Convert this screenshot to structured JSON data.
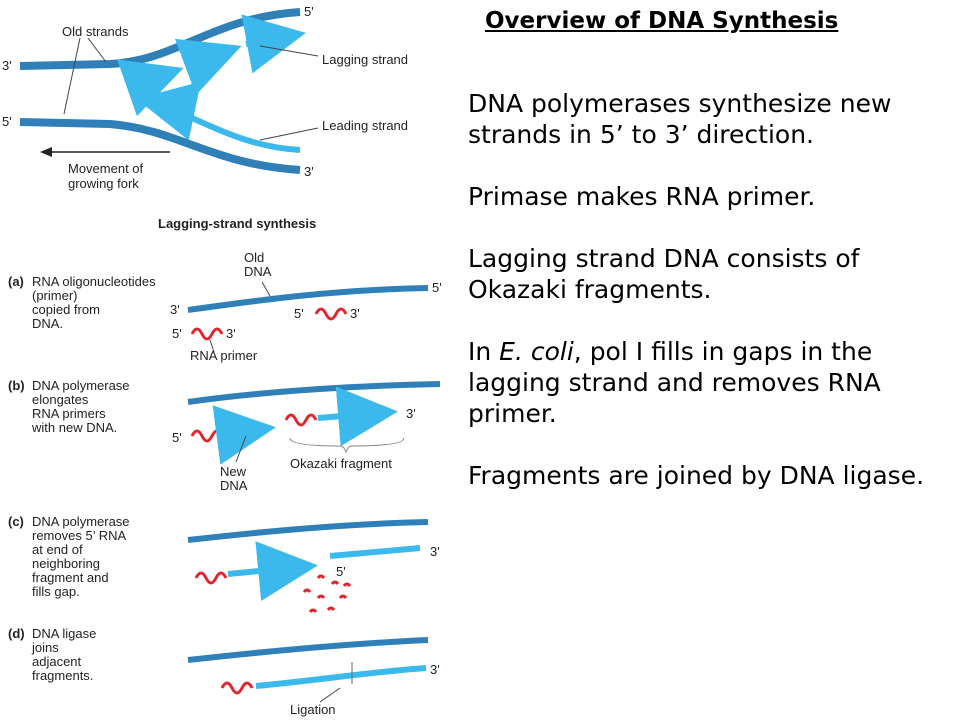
{
  "slide": {
    "title": "Overview of DNA Synthesis",
    "points": {
      "p1": "DNA polymerases synthesize new strands in 5’ to 3’ direction.",
      "p2": "Primase makes RNA primer.",
      "p3": "Lagging strand DNA consists of Okazaki fragments.",
      "p4_pre": "In ",
      "p4_em": "E. coli",
      "p4_post": ", pol I fills in gaps in the lagging strand and removes RNA primer.",
      "p5": "Fragments are joined by DNA ligase."
    }
  },
  "fork": {
    "old_strands": "Old strands",
    "lagging_strand": "Lagging strand",
    "leading_strand": "Leading strand",
    "movement_line1": "Movement of",
    "movement_line2": "growing fork",
    "top_left_end": "3'",
    "top_right_end": "5'",
    "bottom_left_end": "5'",
    "bottom_right_end": "3'"
  },
  "lagging": {
    "heading": "Lagging-strand synthesis",
    "a": {
      "letter": "(a)",
      "lines": [
        "RNA oligonucleotides",
        "(primer)",
        "copied from",
        "DNA."
      ],
      "old_dna_1": "Old",
      "old_dna_2": "DNA",
      "rna_primer": "RNA primer",
      "ends": {
        "top_left": "3'",
        "top_right": "5'",
        "low_left": "5'",
        "low_right": "3'",
        "mid_left": "5'",
        "mid_right": "3'"
      }
    },
    "b": {
      "letter": "(b)",
      "lines": [
        "DNA polymerase",
        "elongates",
        "RNA primers",
        "with new DNA."
      ],
      "new_dna_1": "New",
      "new_dna_2": "DNA",
      "okazaki": "Okazaki fragment",
      "ends": {
        "low_left": "5'",
        "right": "3'"
      }
    },
    "c": {
      "letter": "(c)",
      "lines": [
        "DNA polymerase",
        "removes 5’ RNA",
        "at end of",
        "neighboring",
        "fragment and",
        "fills gap."
      ],
      "ends": {
        "mid": "5'",
        "right": "3'"
      }
    },
    "d": {
      "letter": "(d)",
      "lines": [
        "DNA ligase",
        "joins",
        "adjacent",
        "fragments."
      ],
      "ligation": "Ligation",
      "ends": {
        "right": "3'"
      }
    }
  },
  "colors": {
    "dark_strand": "#2f7fb9",
    "light_strand": "#3cb9ec",
    "primer": "#e0262f"
  }
}
